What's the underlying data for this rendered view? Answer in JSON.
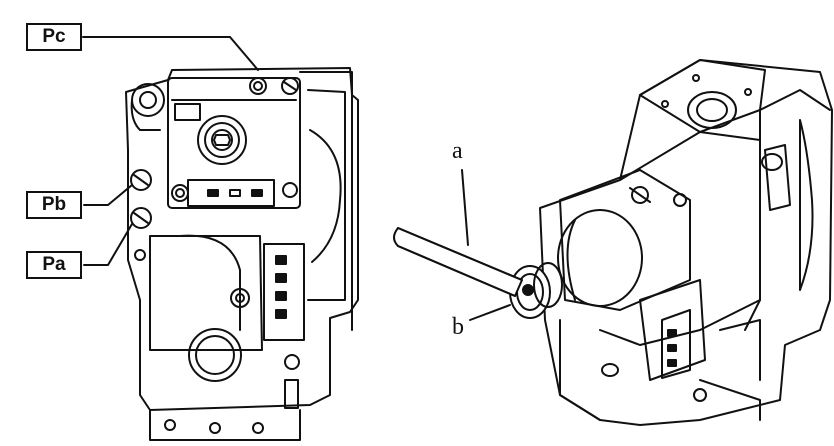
{
  "labels": {
    "pc": "Pc",
    "pb": "Pb",
    "pa": "Pa",
    "a": "a",
    "b": "b"
  },
  "colors": {
    "ink": "#111111",
    "paper": "#ffffff",
    "shade": "#d9d9d9"
  }
}
